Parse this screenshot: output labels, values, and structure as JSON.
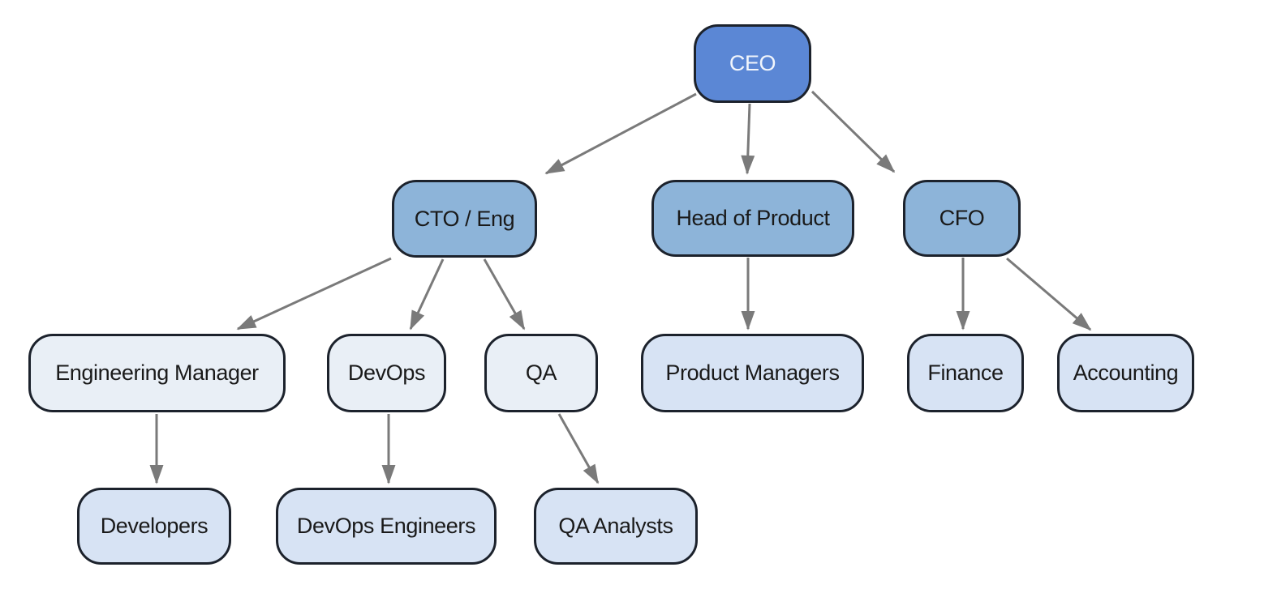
{
  "diagram": {
    "type": "org-chart",
    "colors": {
      "background": "#ffffff",
      "node_border": "#1c222c",
      "level1_fill": "#5b87d5",
      "level1_text": "#f2f6fc",
      "level2_fill": "#8db4d9",
      "level3_light_fill": "#e9eff6",
      "level3_blue_fill": "#d7e3f4",
      "dark_text": "#1a1a1a",
      "arrow": "#7a7a7a"
    },
    "nodes": [
      {
        "id": "ceo",
        "label": "CEO",
        "style": "level1"
      },
      {
        "id": "cto",
        "label": "CTO / Eng",
        "style": "level2"
      },
      {
        "id": "head-of-product",
        "label": "Head of Product",
        "style": "level2"
      },
      {
        "id": "cfo",
        "label": "CFO",
        "style": "level2"
      },
      {
        "id": "engineering-manager",
        "label": "Engineering Manager",
        "style": "level3-light"
      },
      {
        "id": "devops",
        "label": "DevOps",
        "style": "level3-light"
      },
      {
        "id": "qa",
        "label": "QA",
        "style": "level3-light"
      },
      {
        "id": "product-managers",
        "label": "Product Managers",
        "style": "level3-blue"
      },
      {
        "id": "finance",
        "label": "Finance",
        "style": "level3-blue"
      },
      {
        "id": "accounting",
        "label": "Accounting",
        "style": "level3-blue"
      },
      {
        "id": "developers",
        "label": "Developers",
        "style": "level3-blue"
      },
      {
        "id": "devops-engineers",
        "label": "DevOps Engineers",
        "style": "level3-blue"
      },
      {
        "id": "qa-analysts",
        "label": "QA Analysts",
        "style": "level3-blue"
      }
    ],
    "edges": [
      {
        "from": "ceo",
        "to": "cto"
      },
      {
        "from": "ceo",
        "to": "head-of-product"
      },
      {
        "from": "ceo",
        "to": "cfo"
      },
      {
        "from": "cto",
        "to": "engineering-manager"
      },
      {
        "from": "cto",
        "to": "devops"
      },
      {
        "from": "cto",
        "to": "qa"
      },
      {
        "from": "head-of-product",
        "to": "product-managers"
      },
      {
        "from": "cfo",
        "to": "finance"
      },
      {
        "from": "cfo",
        "to": "accounting"
      },
      {
        "from": "engineering-manager",
        "to": "developers"
      },
      {
        "from": "devops",
        "to": "devops-engineers"
      },
      {
        "from": "qa",
        "to": "qa-analysts"
      }
    ]
  }
}
